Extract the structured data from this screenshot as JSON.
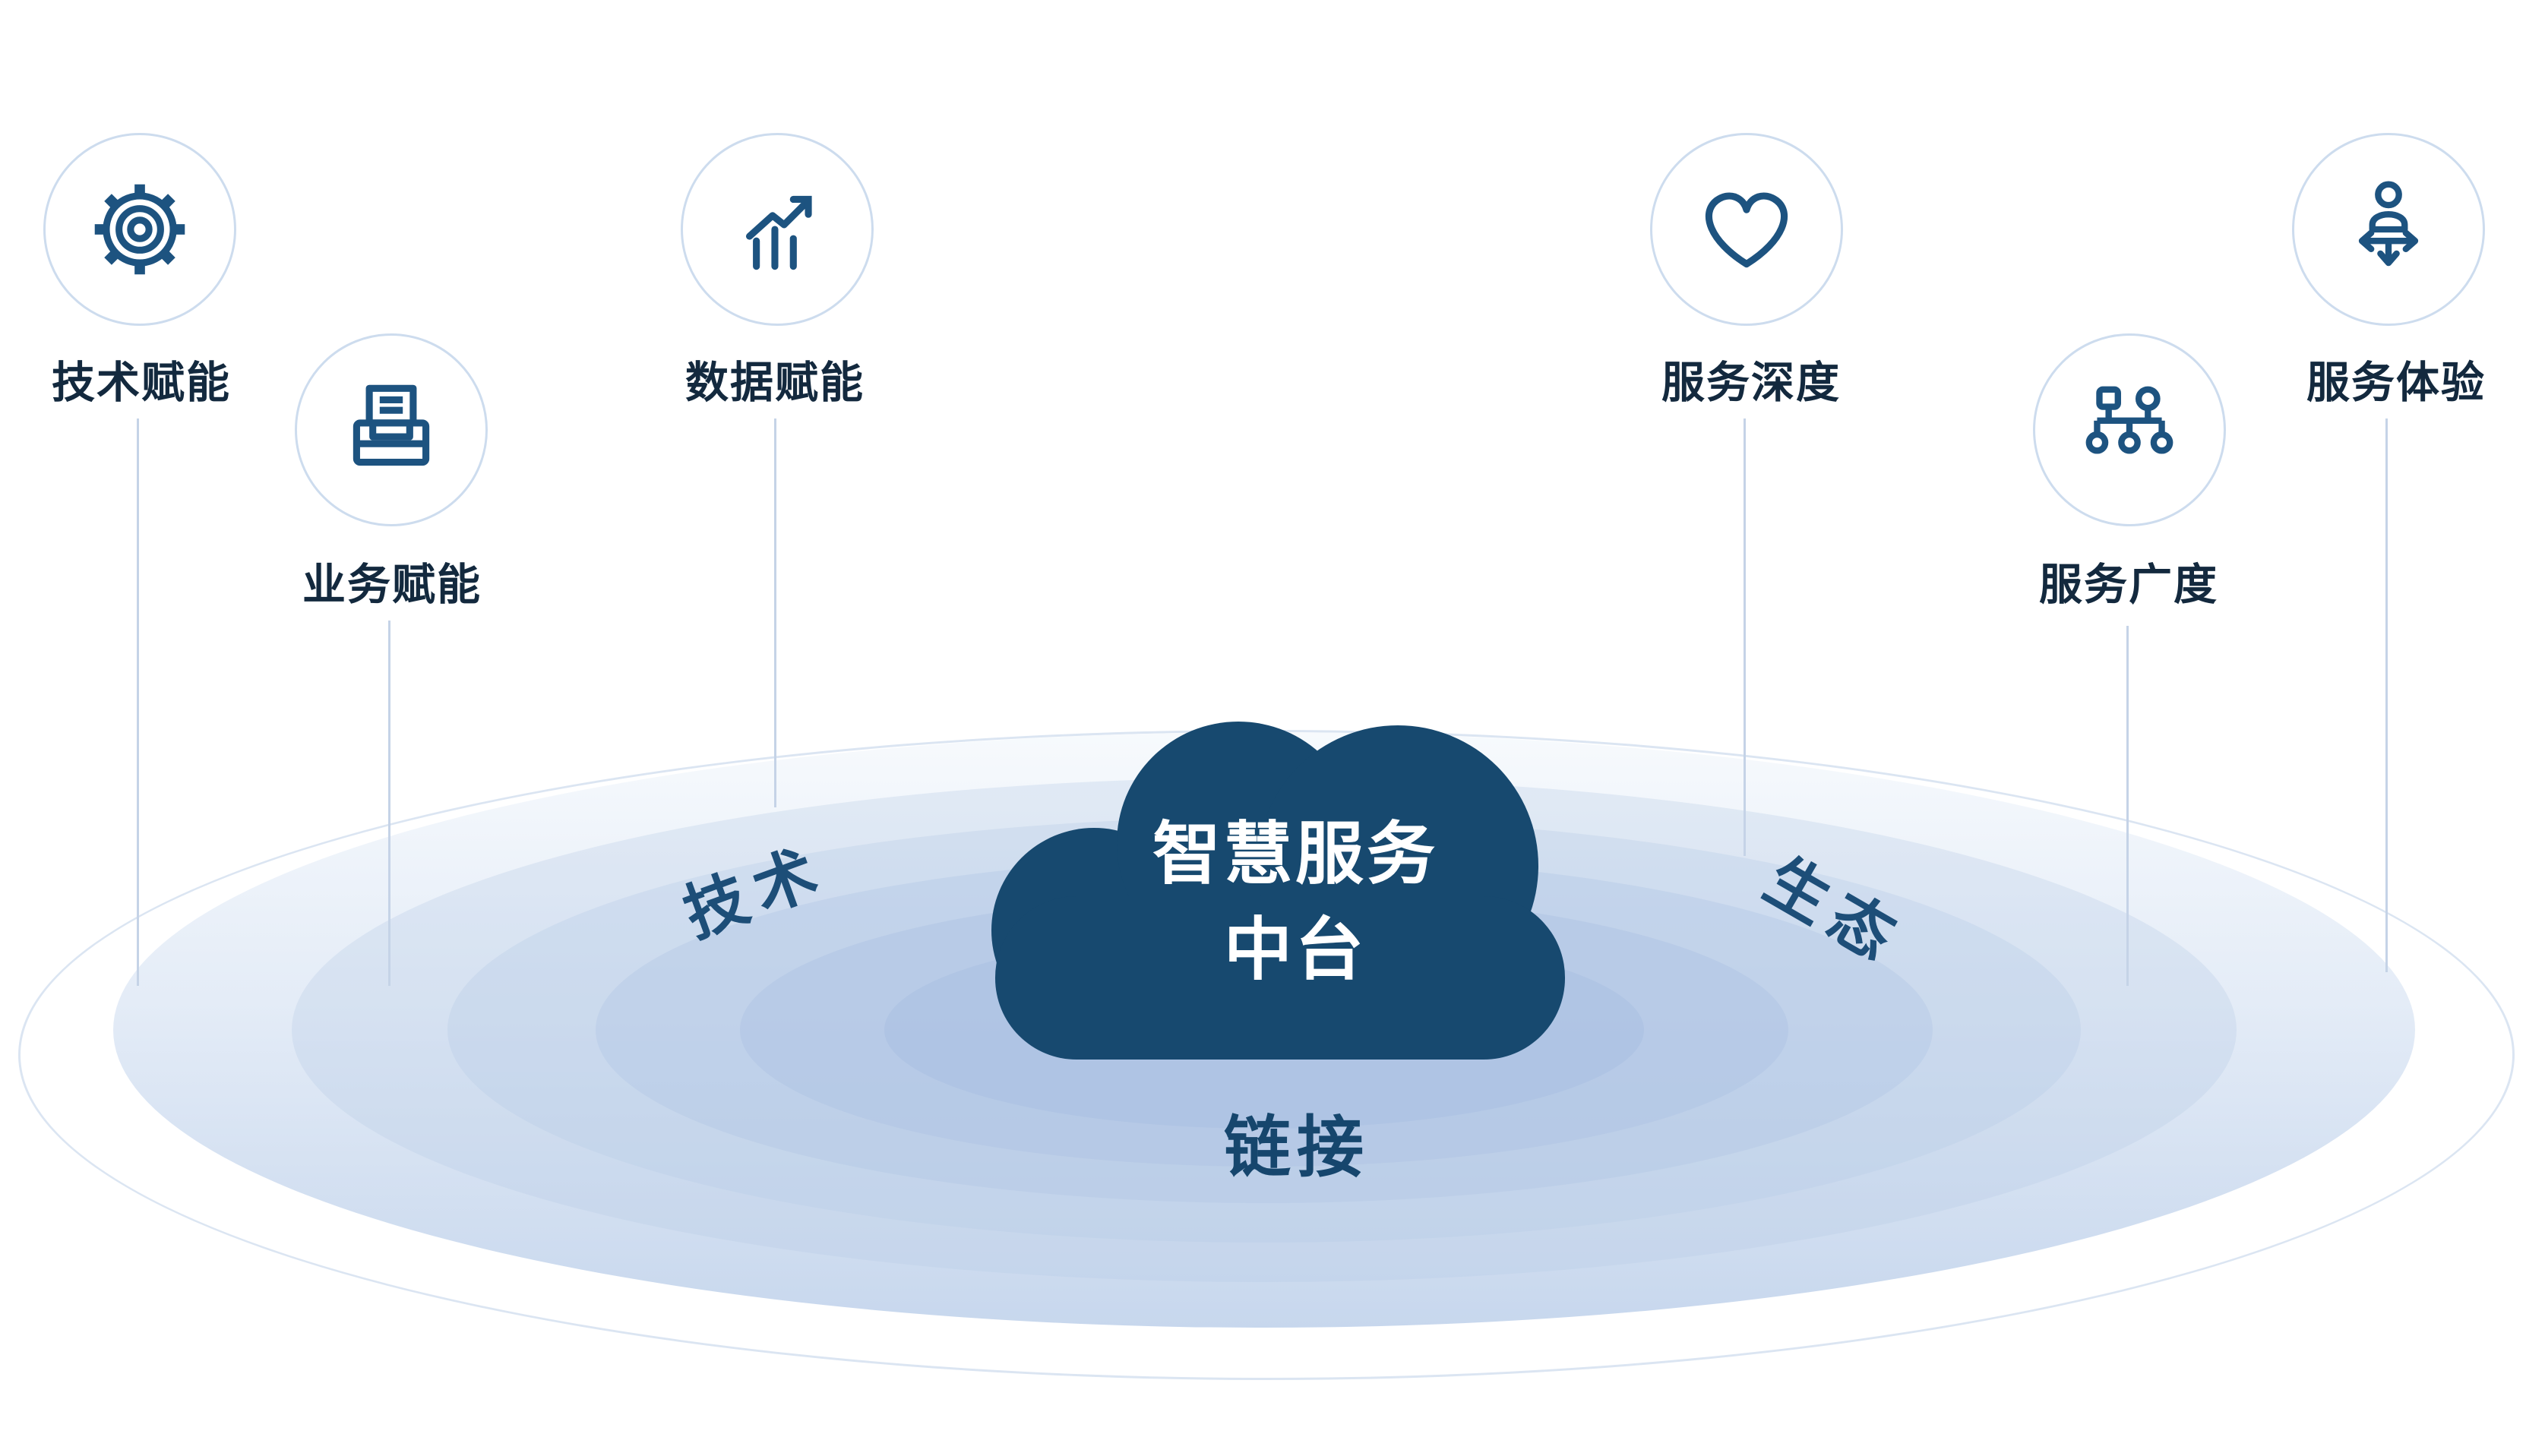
{
  "center": {
    "line1": "智慧服务",
    "line2": "中台"
  },
  "ring_labels": {
    "left": "技术",
    "right": "生态",
    "bottom": "链接"
  },
  "nodes": [
    {
      "label": "技术赋能",
      "icon": "gear-icon"
    },
    {
      "label": "业务赋能",
      "icon": "inbox-printer-icon"
    },
    {
      "label": "数据赋能",
      "icon": "bar-chart-icon"
    },
    {
      "label": "服务深度",
      "icon": "heart-icon"
    },
    {
      "label": "服务广度",
      "icon": "sitemap-icon"
    },
    {
      "label": "服务体验",
      "icon": "person-arrows-icon"
    }
  ],
  "colors": {
    "icon_navy": "#1D5380",
    "cloud_fill": "#17496F",
    "node_label_text": "#13293E",
    "ring_label_text": "#1D4E78",
    "ripple_blue": "#C7D7ED",
    "connector_line": "#C5D3E7",
    "circle_border": "#CDDCEE"
  }
}
